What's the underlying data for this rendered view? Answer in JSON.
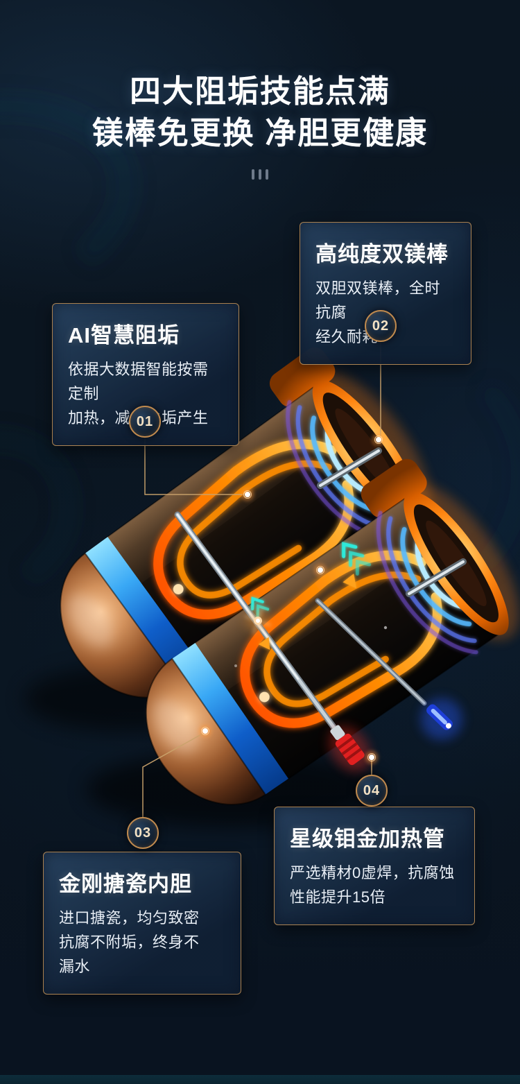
{
  "header": {
    "title_line1": "四大阻垢技能点满",
    "title_line2": "镁棒免更换 净胆更健康"
  },
  "features": [
    {
      "badge": "01",
      "title": "AI智慧阻垢",
      "desc": "依据大数据智能按需定制\n加热，减少水垢产生"
    },
    {
      "badge": "02",
      "title": "高纯度双镁棒",
      "desc": "双胆双镁棒，全时抗腐\n经久耐耗"
    },
    {
      "badge": "03",
      "title": "金刚搪瓷内胆",
      "desc": "进口搪瓷，均匀致密\n抗腐不附垢，终身不\n漏水"
    },
    {
      "badge": "04",
      "title": "星级钼金加热管",
      "desc": "严选精材0虚焊，抗腐蚀\n性能提升15倍"
    }
  ],
  "icons": {
    "divider": "triple-bars-divider"
  },
  "colors": {
    "background": "#0a141e",
    "accent_copper": "#c9914f",
    "callout_border": "#c69254",
    "ripple_blue": "#55b9ff",
    "heating_orange": "#ff7c10",
    "band_blue": "#2f9df0"
  }
}
